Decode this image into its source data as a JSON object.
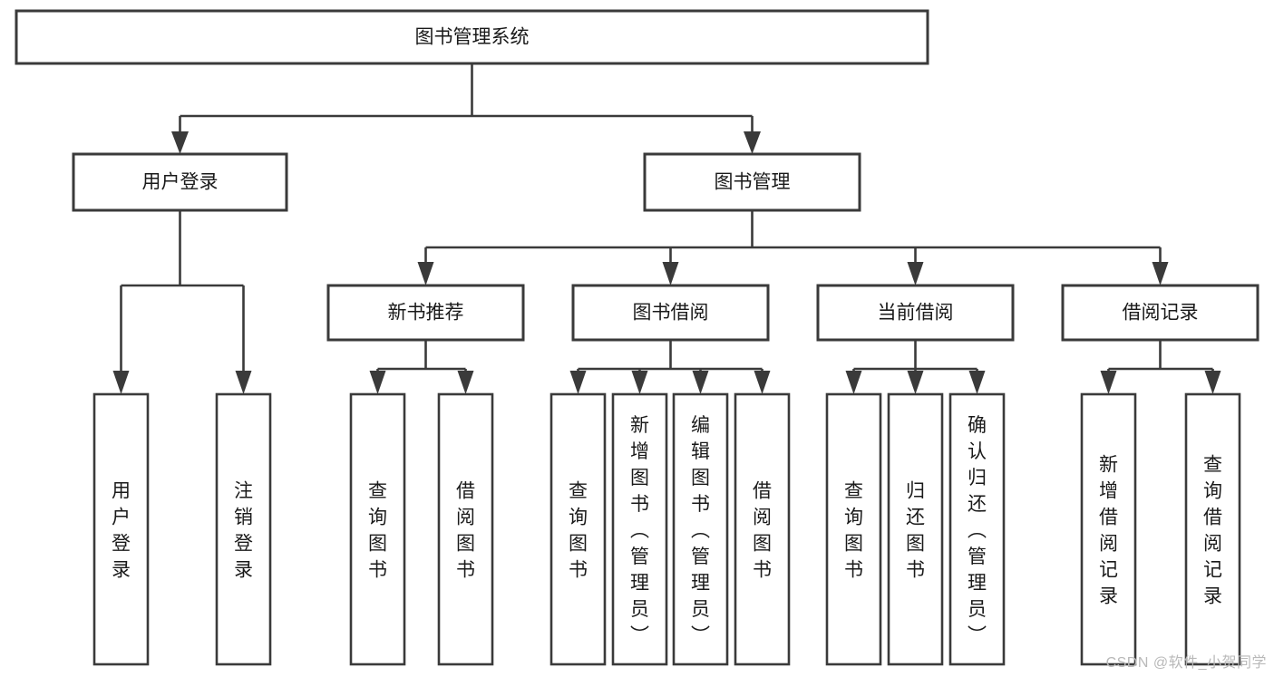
{
  "diagram": {
    "type": "hierarchy-tree",
    "root": {
      "label": "图书管理系统"
    },
    "level2": [
      {
        "label": "用户登录"
      },
      {
        "label": "图书管理"
      }
    ],
    "level3": [
      {
        "label": "新书推荐"
      },
      {
        "label": "图书借阅"
      },
      {
        "label": "当前借阅"
      },
      {
        "label": "借阅记录"
      }
    ],
    "leaves": {
      "user_login": [
        {
          "label": "用户登录"
        },
        {
          "label": "注销登录"
        }
      ],
      "new_book_recommend": [
        {
          "label": "查询图书"
        },
        {
          "label": "借阅图书"
        }
      ],
      "book_borrow": [
        {
          "label": "查询图书"
        },
        {
          "label": "新增图书（管理员）"
        },
        {
          "label": "编辑图书（管理员）"
        },
        {
          "label": "借阅图书"
        }
      ],
      "current_borrow": [
        {
          "label": "查询图书"
        },
        {
          "label": "归还图书"
        },
        {
          "label": "确认归还（管理员）"
        }
      ],
      "borrow_record": [
        {
          "label": "新增借阅记录"
        },
        {
          "label": "查询借阅记录"
        }
      ]
    }
  },
  "watermark": {
    "text": "CSDN @软件_小贺同学"
  },
  "colors": {
    "stroke": "#3a3a3a",
    "fill": "#ffffff",
    "text": "#1a1a1a",
    "watermark": "#b9b9b9"
  }
}
